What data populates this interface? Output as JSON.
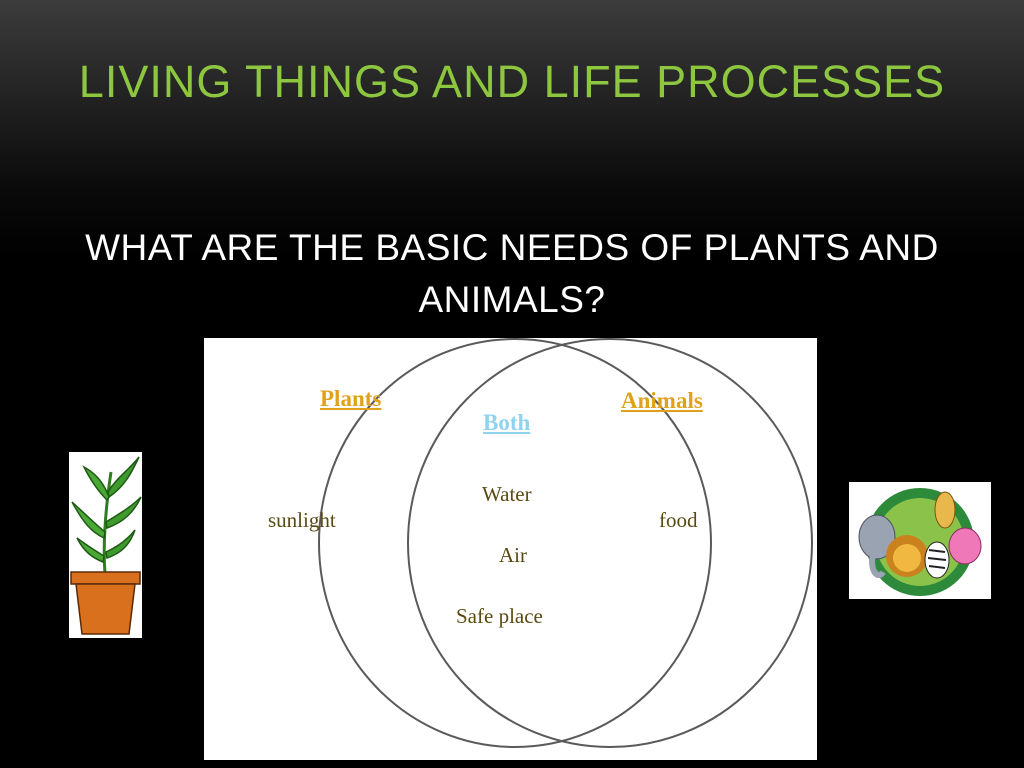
{
  "slide": {
    "title": "LIVING THINGS AND LIFE PROCESSES",
    "subtitle": "WHAT ARE THE BASIC NEEDS OF PLANTS AND ANIMALS?"
  },
  "venn": {
    "left_label": "Plants",
    "right_label": "Animals",
    "overlap_label": "Both",
    "left_items": [
      "sunlight"
    ],
    "overlap_items": [
      "Water",
      "Air",
      "Safe place"
    ],
    "right_items": [
      "food"
    ]
  },
  "colors": {
    "title": "#8dc63f",
    "subtitle": "#ffffff",
    "set_label": "#e0a21b",
    "both_label": "#8fd3f0",
    "item_text": "#5a4a12"
  },
  "images": {
    "left": "potted-plant-clipart",
    "right": "cartoon-animals-clipart"
  }
}
